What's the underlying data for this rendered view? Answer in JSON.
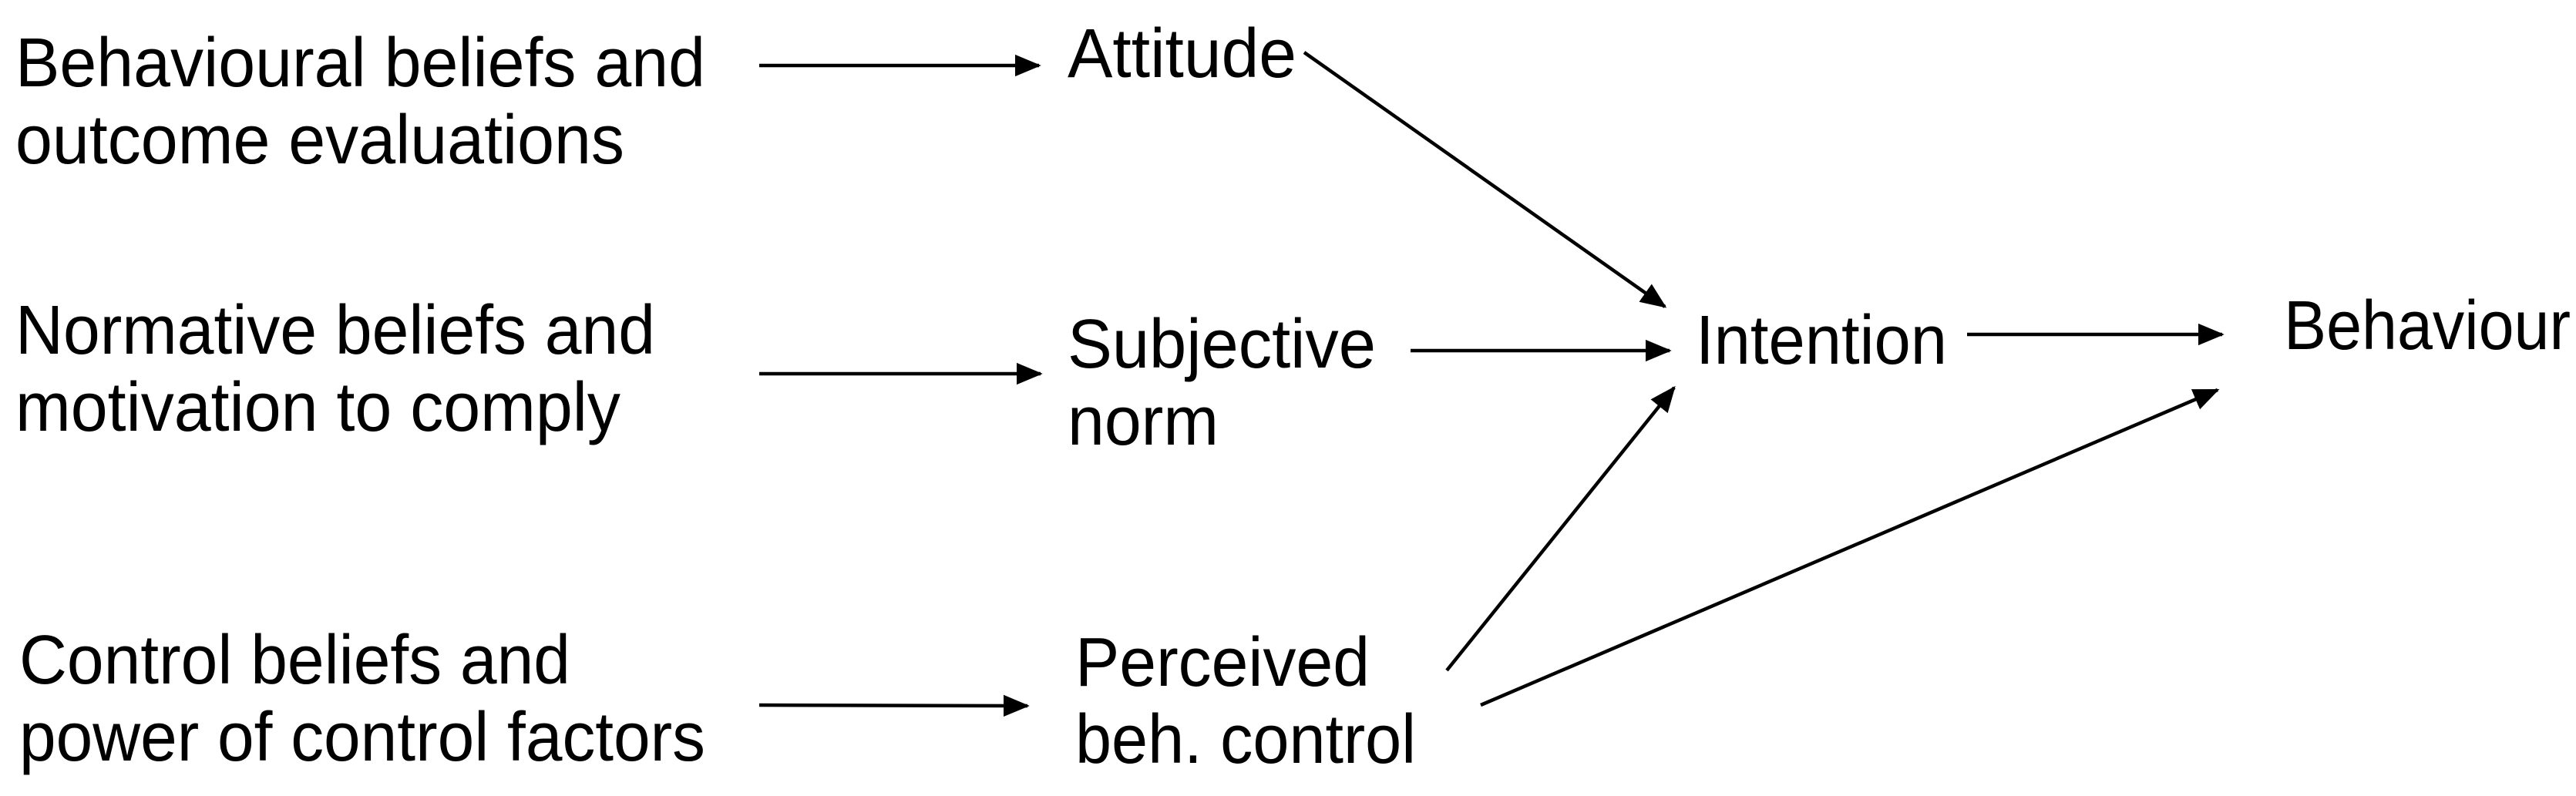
{
  "diagram": {
    "background": "#ffffff",
    "ink": "#000000",
    "nodes": {
      "behavioural_beliefs": {
        "line1": "Behavioural beliefs and",
        "line2": "outcome evaluations"
      },
      "normative_beliefs": {
        "line1": "Normative beliefs and",
        "line2": "motivation to comply"
      },
      "control_beliefs": {
        "line1": "Control beliefs and",
        "line2": "power of control factors"
      },
      "attitude": {
        "label": "Attitude"
      },
      "subjective_norm": {
        "line1": "Subjective",
        "line2": "norm"
      },
      "perceived_behavioural_control": {
        "line1": "Perceived",
        "line2": "beh. control"
      },
      "intention": {
        "label": "Intention"
      },
      "behaviour": {
        "label": "Behaviour"
      }
    },
    "edges": [
      {
        "from": "behavioural_beliefs",
        "to": "attitude"
      },
      {
        "from": "normative_beliefs",
        "to": "subjective_norm"
      },
      {
        "from": "control_beliefs",
        "to": "perceived_behavioural_control"
      },
      {
        "from": "attitude",
        "to": "intention"
      },
      {
        "from": "subjective_norm",
        "to": "intention"
      },
      {
        "from": "perceived_behavioural_control",
        "to": "intention"
      },
      {
        "from": "perceived_behavioural_control",
        "to": "behaviour"
      },
      {
        "from": "intention",
        "to": "behaviour"
      }
    ]
  }
}
